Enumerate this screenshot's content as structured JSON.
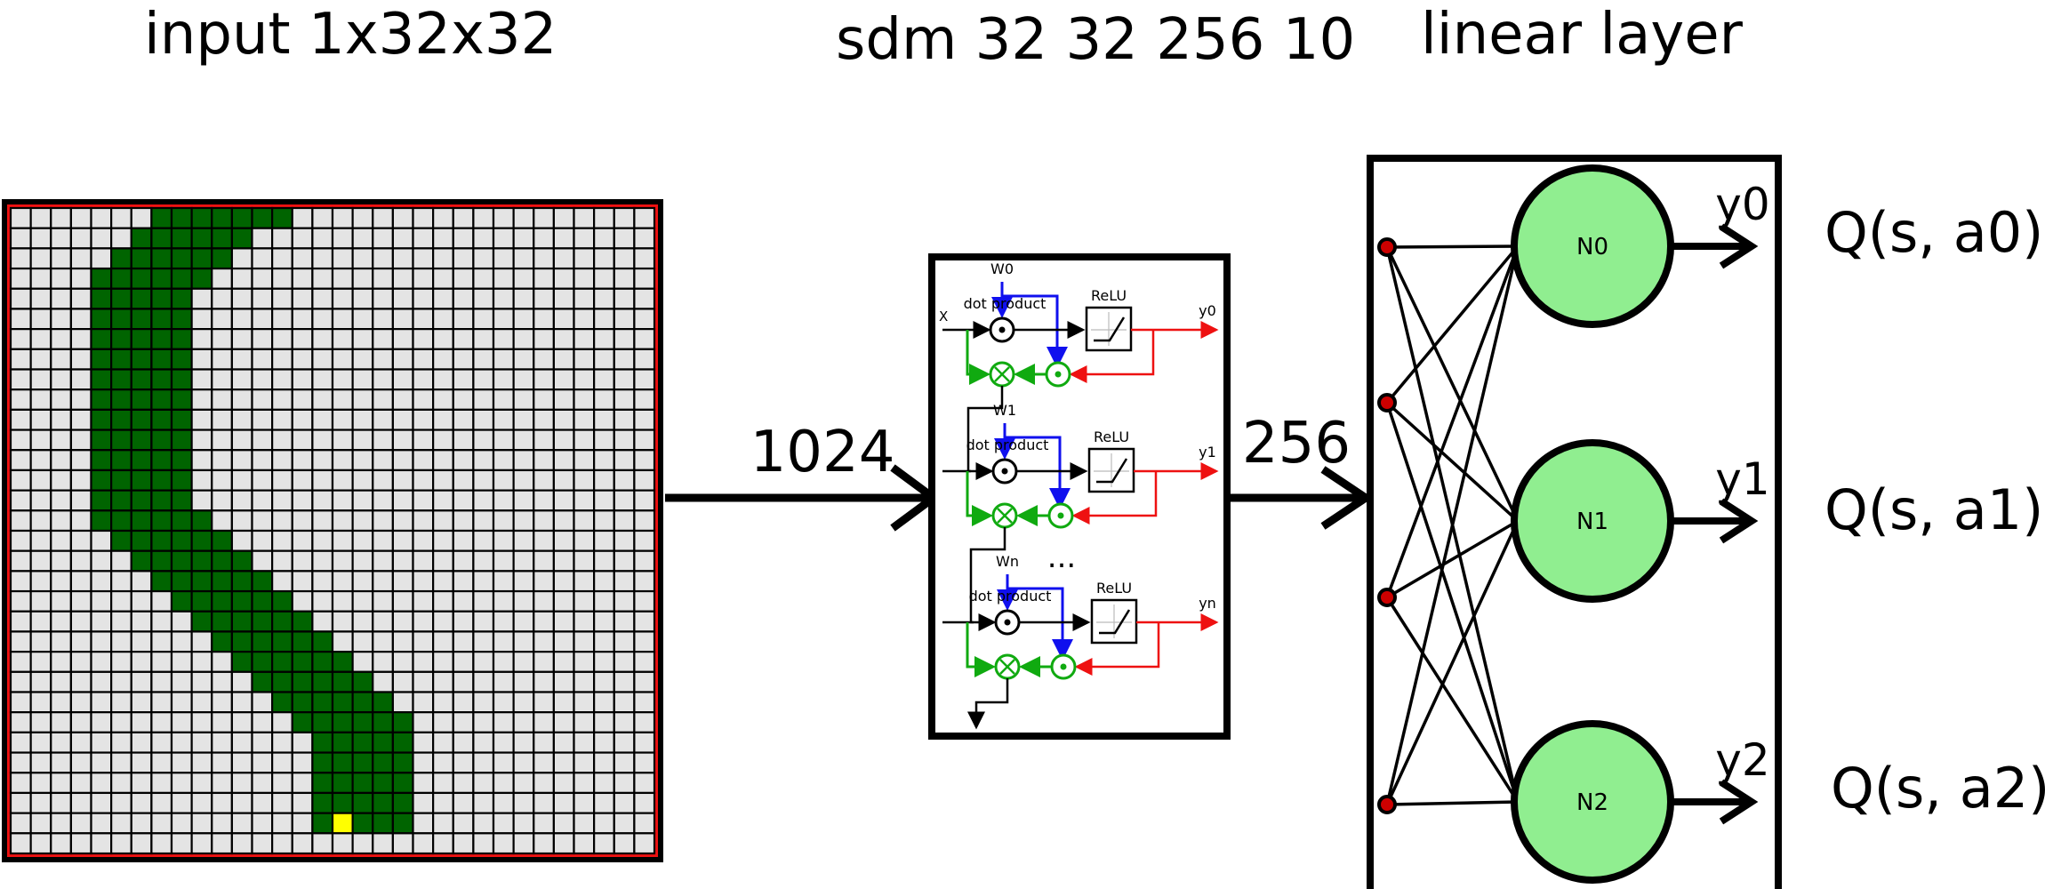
{
  "titles": {
    "input": "input 1x32x32",
    "sdm": "sdm 32 32 256 10",
    "linear": "linear layer"
  },
  "connections": {
    "input_to_sdm": "1024",
    "sdm_to_linear": "256"
  },
  "input_grid": {
    "size": 32,
    "colors": {
      "empty": "#e4e4e4",
      "filled": "#006400",
      "highlight": "#ffff00",
      "frame": "#ee1111",
      "gridline": "#000000"
    },
    "filled_rows": [
      [
        7,
        13
      ],
      [
        6,
        11
      ],
      [
        5,
        10
      ],
      [
        4,
        9
      ],
      [
        4,
        8
      ],
      [
        4,
        8
      ],
      [
        4,
        8
      ],
      [
        4,
        8
      ],
      [
        4,
        8
      ],
      [
        4,
        8
      ],
      [
        4,
        8
      ],
      [
        4,
        8
      ],
      [
        4,
        8
      ],
      [
        4,
        8
      ],
      [
        4,
        8
      ],
      [
        4,
        9
      ],
      [
        5,
        10
      ],
      [
        6,
        11
      ],
      [
        7,
        12
      ],
      [
        8,
        13
      ],
      [
        9,
        14
      ],
      [
        10,
        15
      ],
      [
        11,
        16
      ],
      [
        12,
        17
      ],
      [
        13,
        18
      ],
      [
        14,
        19
      ],
      [
        15,
        19
      ],
      [
        15,
        19
      ],
      [
        15,
        19
      ],
      [
        15,
        19
      ],
      [
        15,
        19
      ]
    ],
    "highlight_cell": [
      30,
      16
    ]
  },
  "sdm": {
    "rows": [
      {
        "weight": "W0",
        "op": "dot product",
        "act": "ReLU",
        "out": "y0",
        "input": "X"
      },
      {
        "weight": "W1",
        "op": "dot product",
        "act": "ReLU",
        "out": "y1",
        "input": ""
      },
      {
        "weight": "Wn",
        "op": "dot product",
        "act": "ReLU",
        "out": "yn",
        "input": ""
      }
    ],
    "ellipsis": "...",
    "colors": {
      "weight": "#1010ee",
      "error": "#ee1111",
      "update": "#10aa10"
    }
  },
  "linear": {
    "neurons": [
      {
        "name": "N0",
        "out": "y0",
        "q": "Q(s, a0)"
      },
      {
        "name": "N1",
        "out": "y1",
        "q": "Q(s, a1)"
      },
      {
        "name": "N2",
        "out": "y2",
        "q": "Q(s, a2)"
      }
    ],
    "inputs": 4,
    "colors": {
      "neuron": "#90ee90",
      "input_dot": "#cc0000"
    }
  }
}
